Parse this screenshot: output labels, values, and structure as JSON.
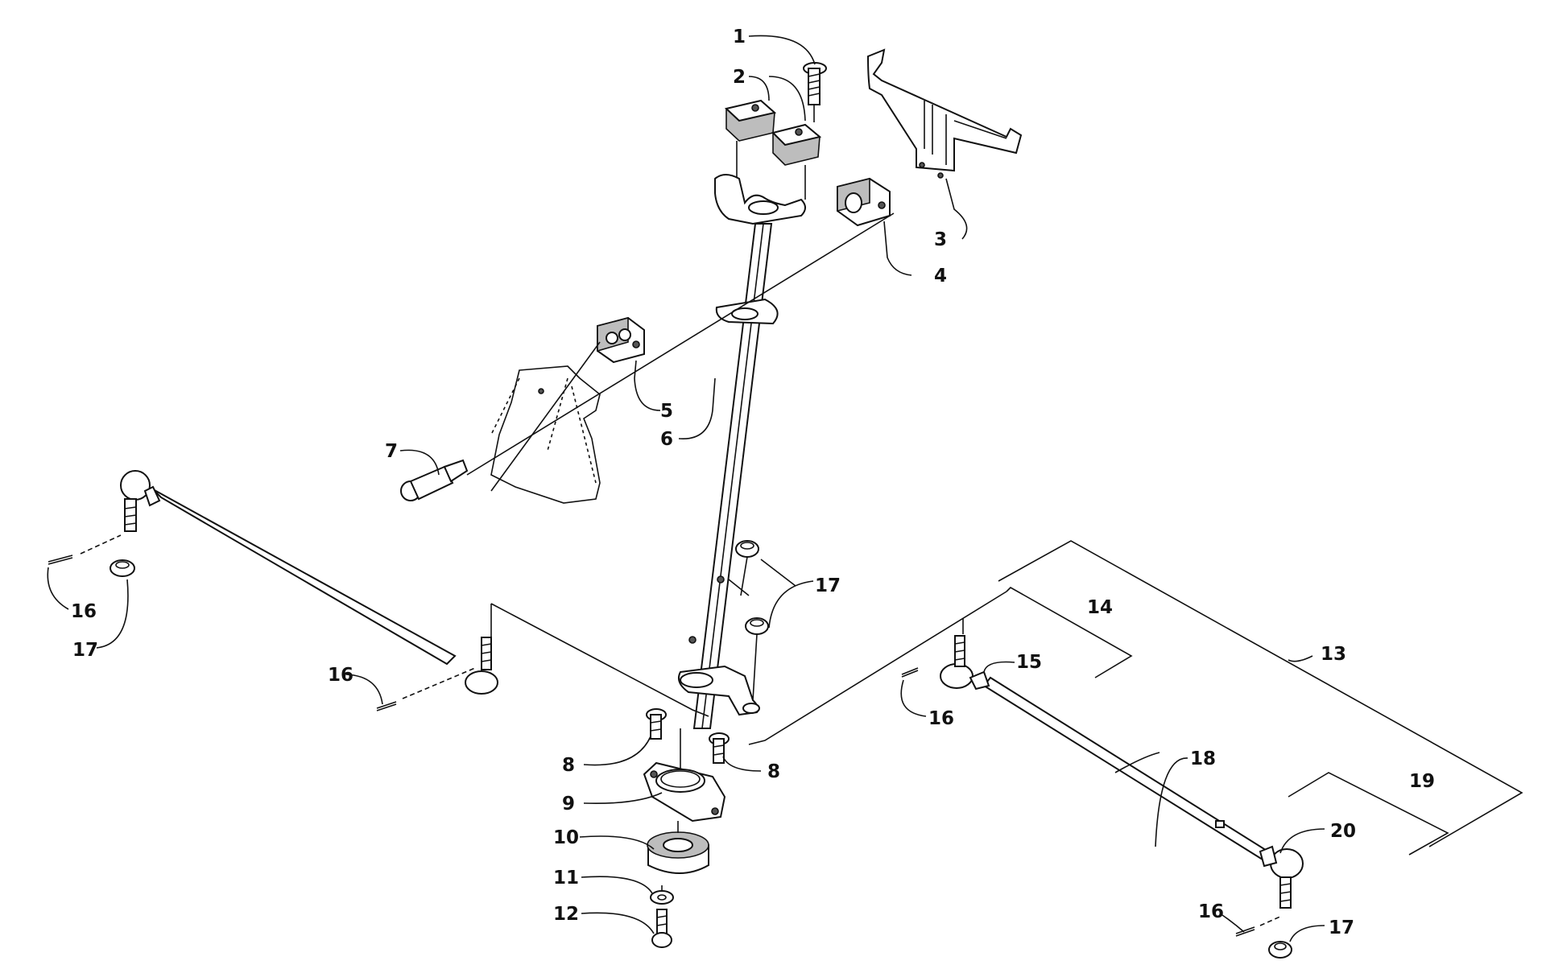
{
  "diagram": {
    "callouts": [
      {
        "id": "c1",
        "label": "1"
      },
      {
        "id": "c2",
        "label": "2"
      },
      {
        "id": "c3",
        "label": "3"
      },
      {
        "id": "c4",
        "label": "4"
      },
      {
        "id": "c5",
        "label": "5"
      },
      {
        "id": "c6",
        "label": "6"
      },
      {
        "id": "c7",
        "label": "7"
      },
      {
        "id": "c8a",
        "label": "8"
      },
      {
        "id": "c8b",
        "label": "8"
      },
      {
        "id": "c9",
        "label": "9"
      },
      {
        "id": "c10",
        "label": "10"
      },
      {
        "id": "c11",
        "label": "11"
      },
      {
        "id": "c12",
        "label": "12"
      },
      {
        "id": "c13",
        "label": "13"
      },
      {
        "id": "c14",
        "label": "14"
      },
      {
        "id": "c15",
        "label": "15"
      },
      {
        "id": "c16a",
        "label": "16"
      },
      {
        "id": "c16b",
        "label": "16"
      },
      {
        "id": "c16c",
        "label": "16"
      },
      {
        "id": "c16d",
        "label": "16"
      },
      {
        "id": "c17a",
        "label": "17"
      },
      {
        "id": "c17b",
        "label": "17"
      },
      {
        "id": "c17c",
        "label": "17"
      },
      {
        "id": "c18",
        "label": "18"
      },
      {
        "id": "c19",
        "label": "19"
      },
      {
        "id": "c20",
        "label": "20"
      }
    ]
  }
}
